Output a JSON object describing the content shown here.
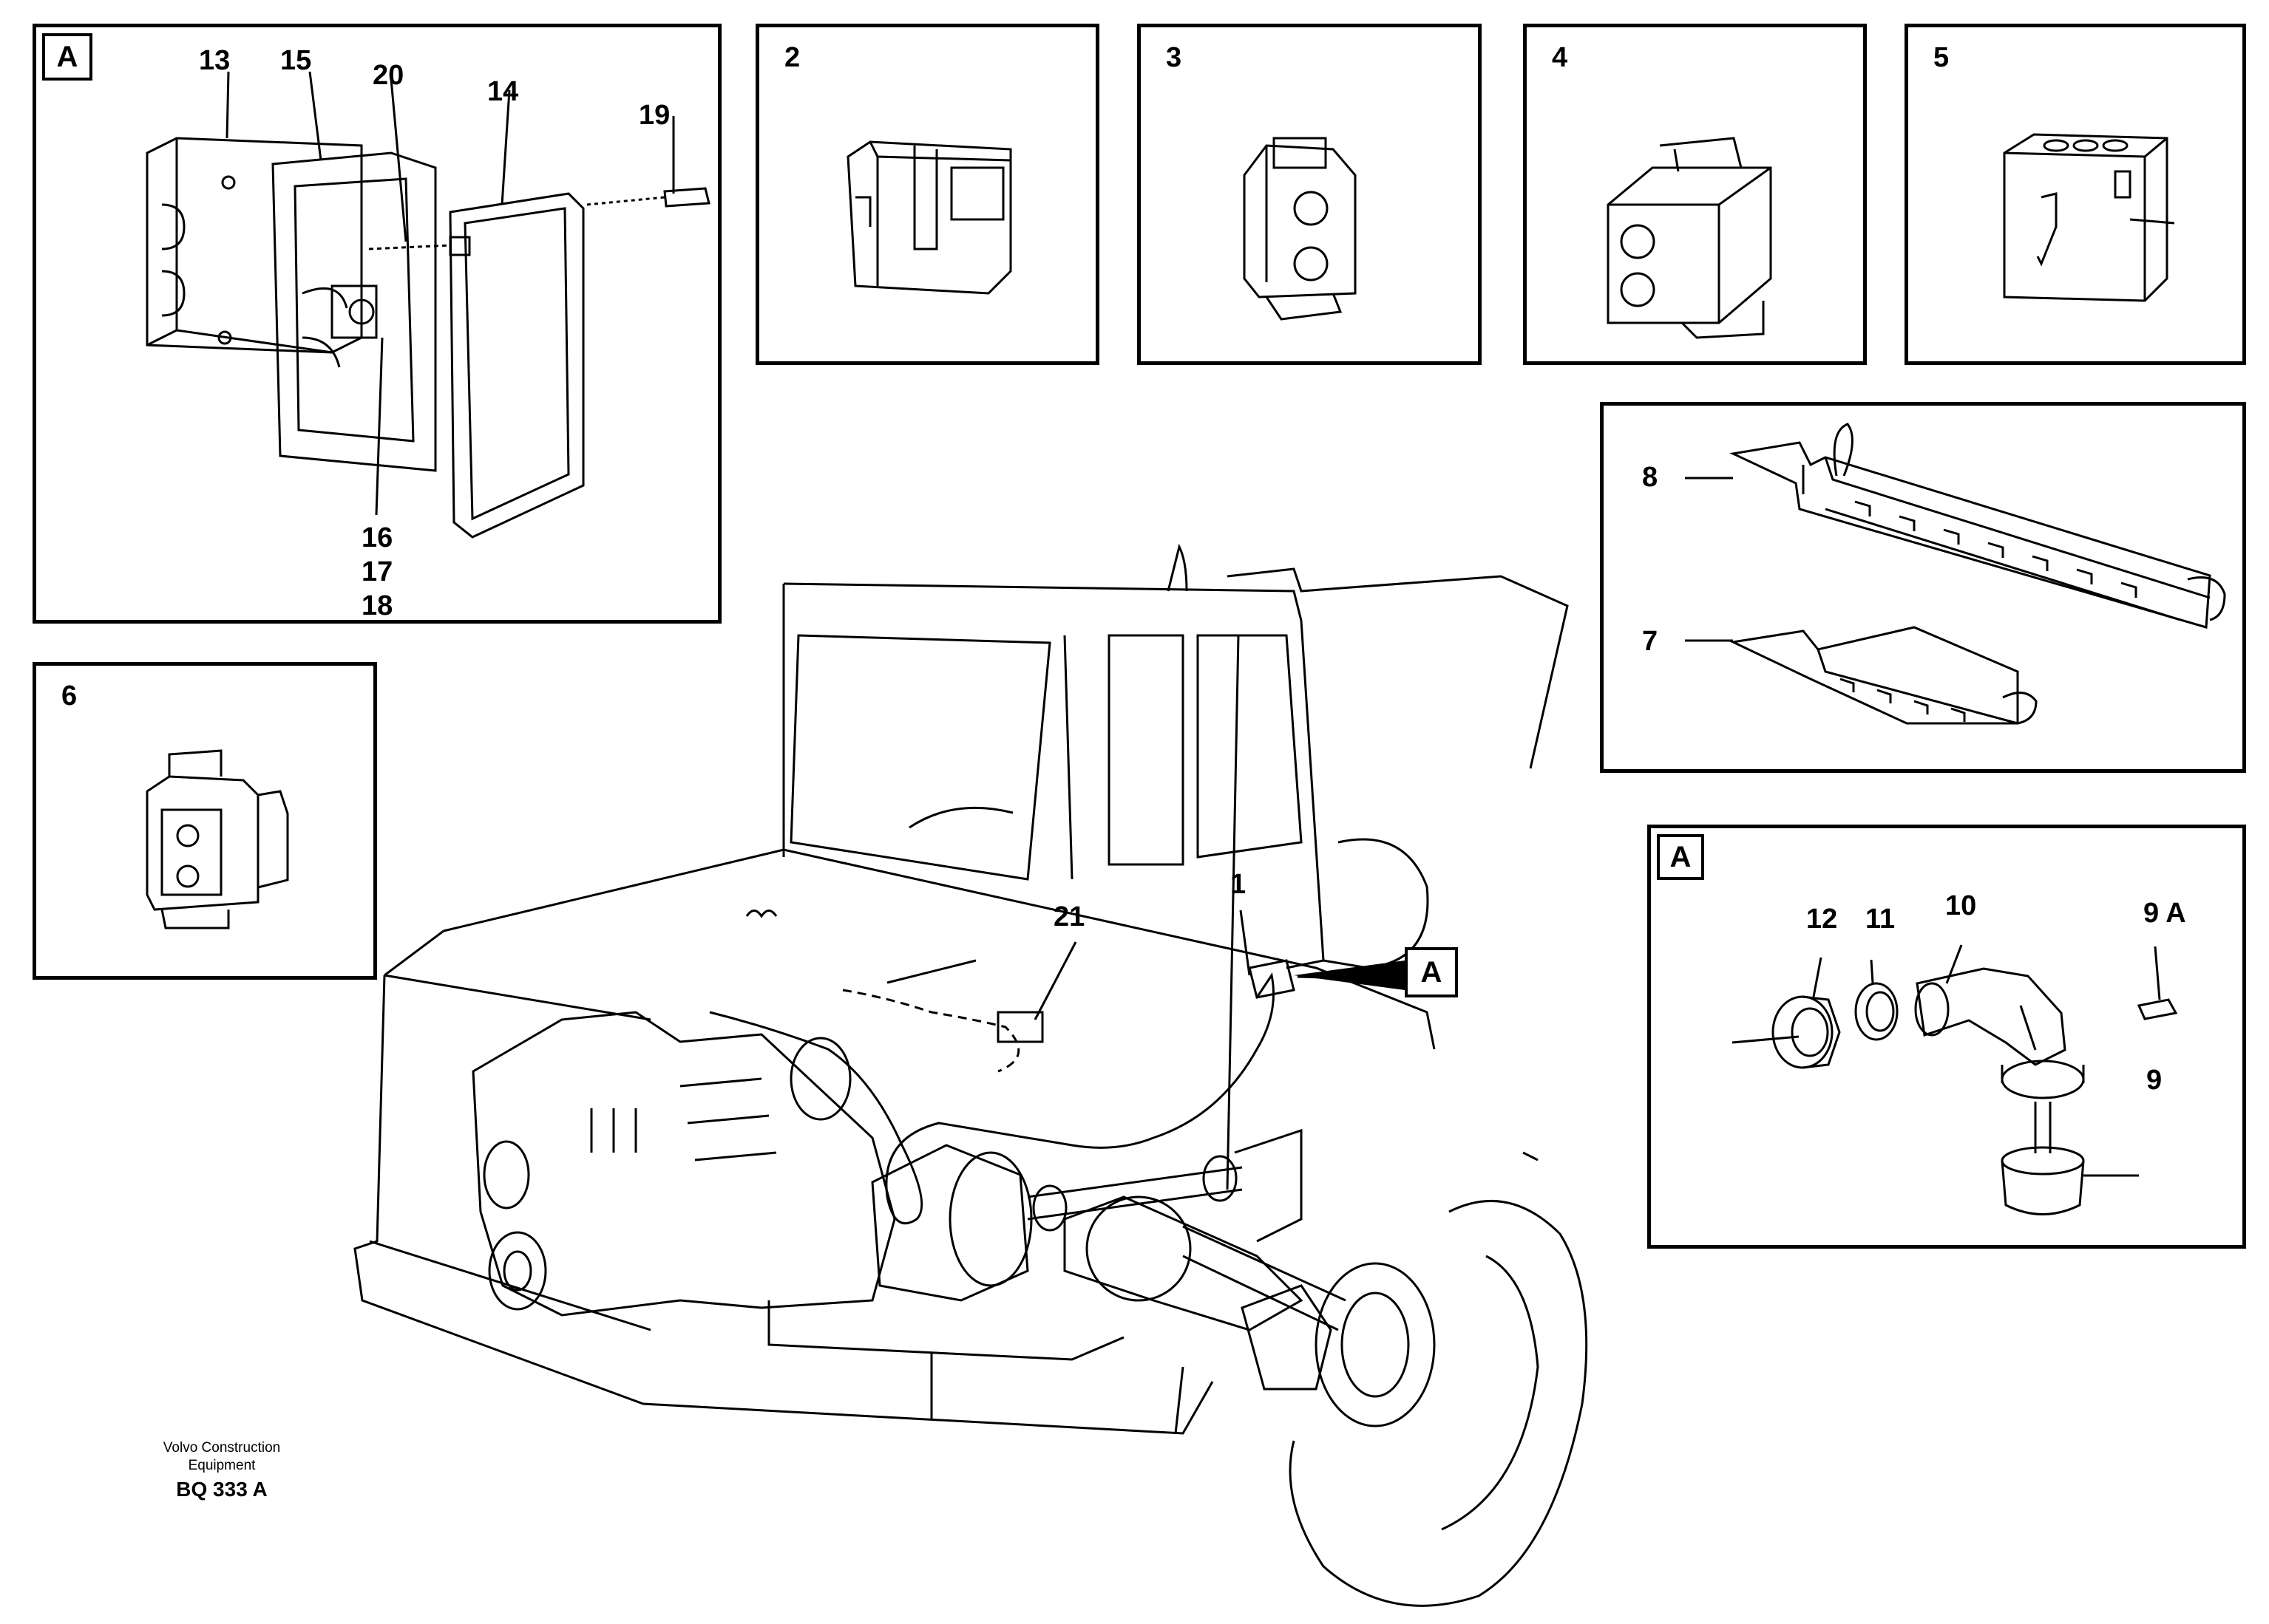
{
  "panels": {
    "detail_a": {
      "tag": "A",
      "labels": {
        "p13": "13",
        "p15": "15",
        "p20": "20",
        "p14": "14",
        "p19": "19",
        "p16": "16",
        "p17": "17",
        "p18": "18"
      }
    },
    "p2": {
      "tag": "2"
    },
    "p3": {
      "tag": "3"
    },
    "p4": {
      "tag": "4"
    },
    "p5": {
      "tag": "5"
    },
    "p6": {
      "tag": "6"
    },
    "p78": {
      "labels": {
        "p8": "8",
        "p7": "7"
      }
    },
    "sensor_a": {
      "tag": "A",
      "labels": {
        "p12": "12",
        "p11": "11",
        "p10": "10",
        "p9a": "9 A",
        "p9": "9"
      }
    }
  },
  "main": {
    "labels": {
      "p1": "1",
      "p21": "21"
    },
    "callout": "A"
  },
  "footer": {
    "line1": "Volvo Construction",
    "line2": "Equipment",
    "code": "BQ 333 A"
  },
  "colors": {
    "ink": "#000000",
    "paper": "#ffffff"
  }
}
